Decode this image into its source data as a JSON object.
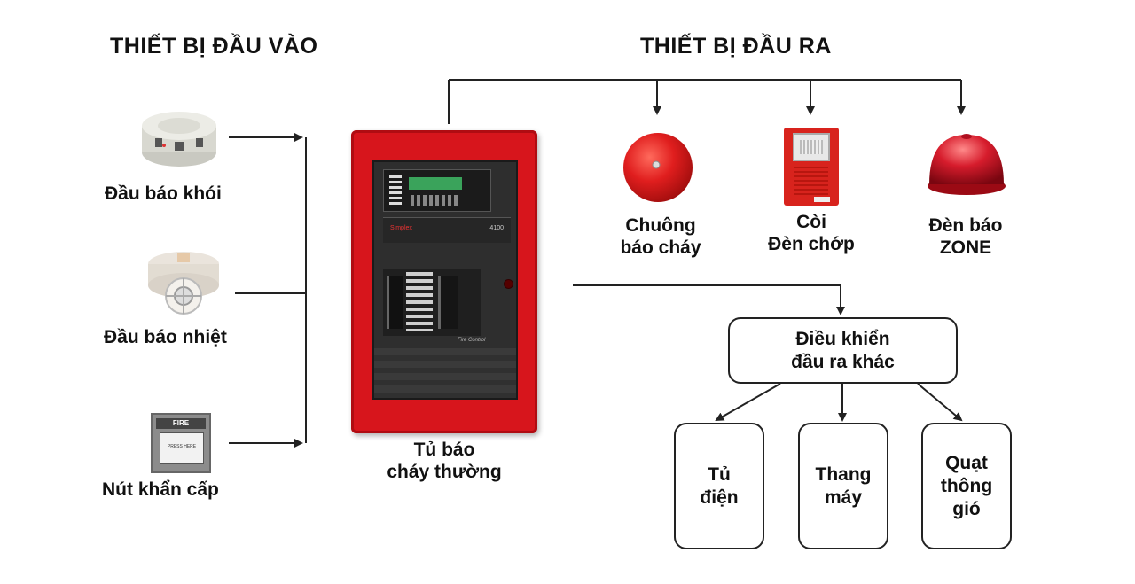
{
  "headings": {
    "inputs": "THIẾT BỊ ĐẦU VÀO",
    "outputs": "THIẾT BỊ ĐẦU RA"
  },
  "inputs": [
    {
      "label": "Đầu báo khói",
      "icon": "smoke-detector-icon"
    },
    {
      "label": "Đầu báo nhiệt",
      "icon": "heat-detector-icon"
    },
    {
      "label": "Nút khẩn cấp",
      "icon": "manual-call-point-icon"
    }
  ],
  "panel": {
    "label_line1": "Tủ báo",
    "label_line2": "cháy thường",
    "brand": "Simplex",
    "model": "4100",
    "caption": "Fire Control"
  },
  "call_point": {
    "header": "FIRE",
    "text": "PRESS HERE"
  },
  "outputs": [
    {
      "line1": "Chuông",
      "line2": "báo cháy",
      "icon": "fire-bell-icon"
    },
    {
      "line1": "Còi",
      "line2": "Đèn chớp",
      "icon": "horn-strobe-icon"
    },
    {
      "line1": "Đèn báo",
      "line2": "ZONE",
      "icon": "zone-lamp-icon"
    }
  ],
  "other_control": {
    "line1": "Điều khiển",
    "line2": "đầu ra khác"
  },
  "sub_outputs": [
    {
      "lines": [
        "Tủ",
        "điện"
      ]
    },
    {
      "lines": [
        "Thang",
        "máy"
      ]
    },
    {
      "lines": [
        "Quạt",
        "thông",
        "gió"
      ]
    }
  ],
  "colors": {
    "panel_red": "#d7151c",
    "line": "#222222",
    "bell_red": "#e01e1e"
  }
}
